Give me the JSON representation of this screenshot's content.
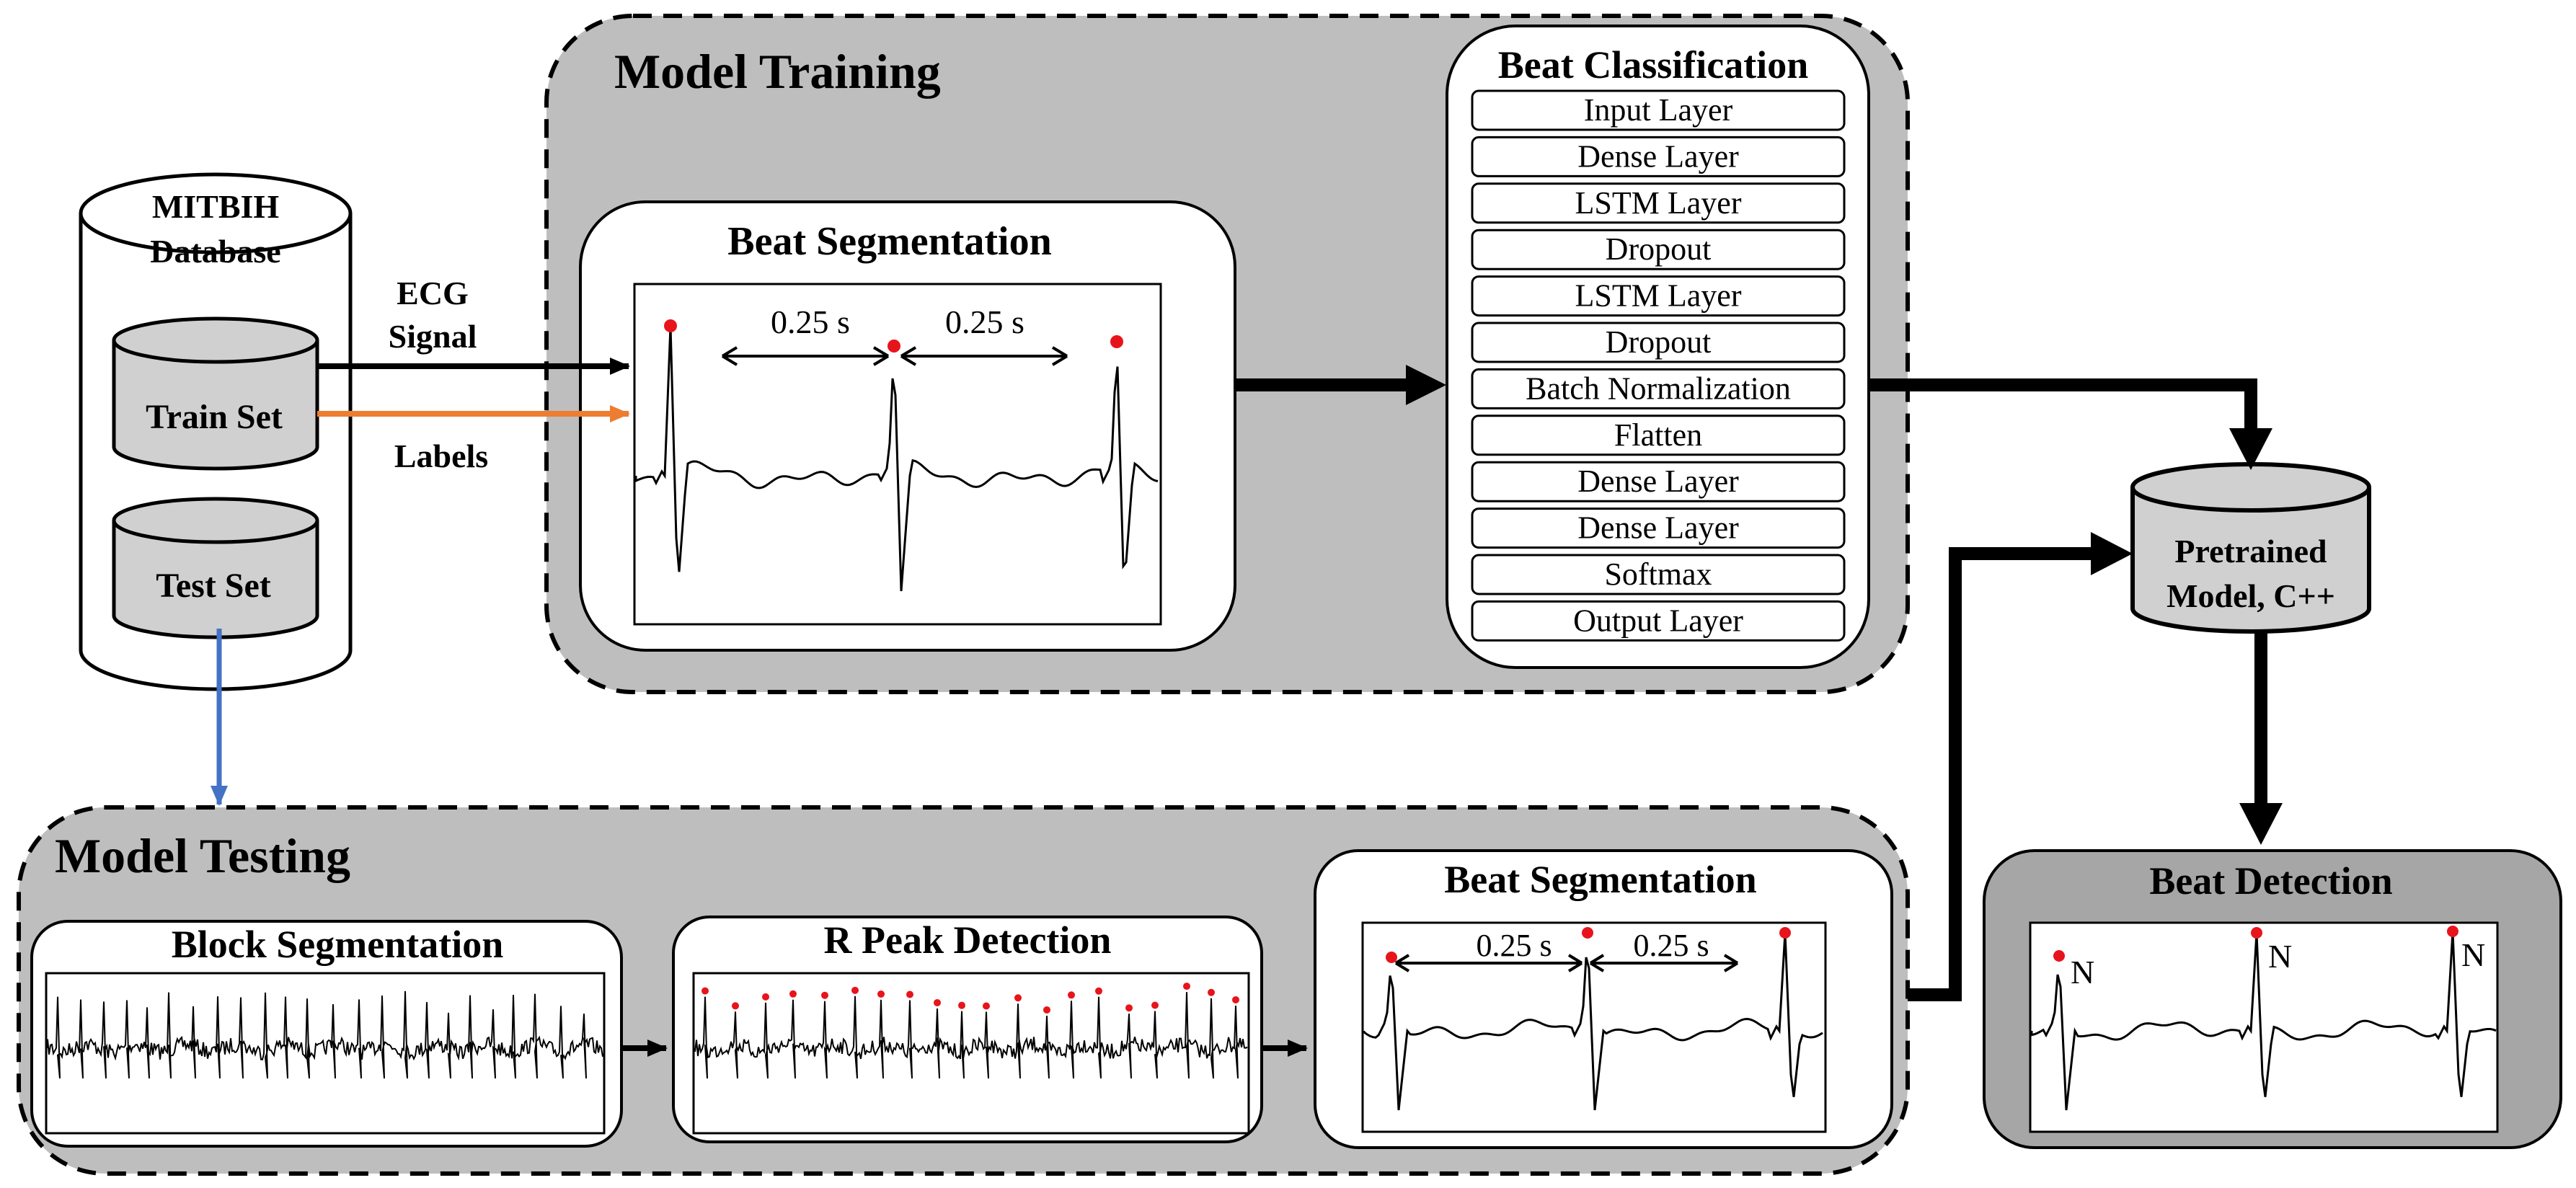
{
  "model_training": {
    "title": "Model Training",
    "beat_segmentation": {
      "title": "Beat Segmentation",
      "interval_left": "0.25 s",
      "interval_right": "0.25 s"
    },
    "beat_classification": {
      "title": "Beat Classification",
      "layers": [
        "Input Layer",
        "Dense Layer",
        "LSTM Layer",
        "Dropout",
        "LSTM Layer",
        "Dropout",
        "Batch Normalization",
        "Flatten",
        "Dense Layer",
        "Dense Layer",
        "Softmax",
        "Output Layer"
      ]
    }
  },
  "database": {
    "title_line1": "MITBIH",
    "title_line2": "Database",
    "train_set": "Train Set",
    "test_set": "Test Set"
  },
  "arrows": {
    "ecg_line1": "ECG",
    "ecg_line2": "Signal",
    "labels": "Labels"
  },
  "pretrained": {
    "line1": "Pretrained",
    "line2": "Model, C++"
  },
  "model_testing": {
    "title": "Model Testing",
    "block_segmentation": {
      "title": "Block Segmentation"
    },
    "r_peak_detection": {
      "title": "R Peak Detection"
    },
    "beat_segmentation": {
      "title": "Beat Segmentation",
      "interval_left": "0.25 s",
      "interval_right": "0.25 s"
    }
  },
  "beat_detection": {
    "title": "Beat Detection",
    "beat_labels": [
      "N",
      "N",
      "N"
    ]
  },
  "colors": {
    "panel_fill": "#bebebe",
    "detection_fill": "#a6a6a6",
    "cyl_fill": "#d0d0d0",
    "labels_arrow": "#ed7d31",
    "test_arrow": "#4472c4",
    "peak_dot": "#e8141c"
  }
}
